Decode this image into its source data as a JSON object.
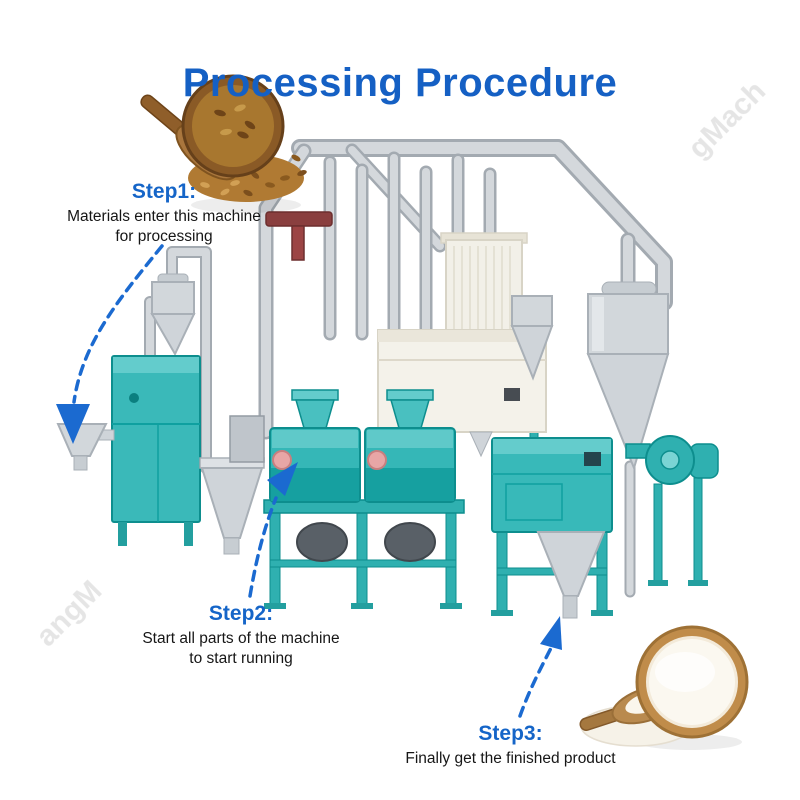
{
  "title": "Processing Procedure",
  "steps": [
    {
      "label": "Step1:",
      "line1": "Materials enter this machine",
      "line2": "for processing"
    },
    {
      "label": "Step2:",
      "line1": "Start all parts of the machine",
      "line2": "to start running"
    },
    {
      "label": "Step3:",
      "line1": "Finally get the finished product"
    }
  ],
  "watermarks": {
    "top_right": "gMach",
    "bottom_left": "angM"
  },
  "colors": {
    "title_blue": "#1560c4",
    "step_blue": "#1565c8",
    "arrow_blue": "#1b6ad0",
    "machine_teal": "#35b7b7",
    "machine_teal_dark": "#16a0a0",
    "steel_gray": "#cfd4d9",
    "plansifter_white": "#f4f2ea",
    "pipe_red": "#8a3f3f"
  },
  "illustration": {
    "subject": "flour mill plant with cleaning machine, roller mills, plansifter, cyclones and fan",
    "photos": [
      "wheat grains in wooden bowl with scoop",
      "flour in wooden bowl with scoop"
    ]
  }
}
